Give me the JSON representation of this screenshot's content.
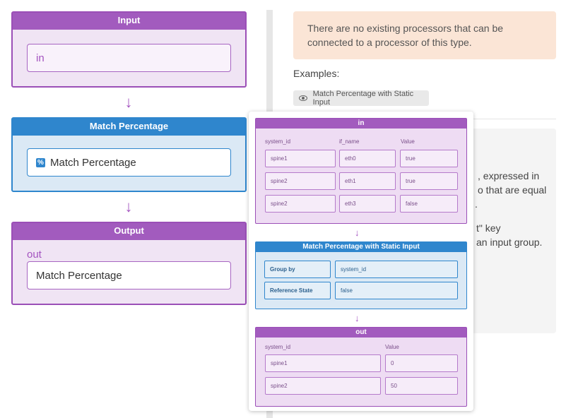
{
  "pipeline": {
    "input_stage": {
      "title": "Input",
      "field_value": "in"
    },
    "match_stage": {
      "title": "Match Percentage",
      "field_value": "Match Percentage",
      "icon": "percent-icon"
    },
    "output_stage": {
      "title": "Output",
      "out_label": "out",
      "field_value": "Match Percentage"
    },
    "arrow_glyph": "↓"
  },
  "panel": {
    "notice": "There are no existing processors that can be connected to a processor of this type.",
    "examples_label": "Examples:",
    "example_chip": "Match Percentage with Static Input",
    "description_fragments": [
      ", expressed in",
      "o that are equal",
      ".",
      "t\" key",
      "an input group."
    ]
  },
  "popover": {
    "in_table": {
      "title": "in",
      "columns": [
        "system_id",
        "if_name",
        "Value"
      ],
      "rows": [
        [
          "spine1",
          "eth0",
          "true"
        ],
        [
          "spine2",
          "eth1",
          "true"
        ],
        [
          "spine2",
          "eth3",
          "false"
        ]
      ]
    },
    "processor": {
      "title": "Match Percentage with Static Input",
      "rows": [
        [
          "Group by",
          "system_id"
        ],
        [
          "Reference State",
          "false"
        ]
      ]
    },
    "out_table": {
      "title": "out",
      "columns": [
        "system_id",
        "Value"
      ],
      "rows": [
        [
          "spine1",
          "0"
        ],
        [
          "spine2",
          "50"
        ]
      ]
    },
    "arrow_glyph": "↓"
  },
  "colors": {
    "purple": "#a25bbe",
    "blue": "#2f86cd",
    "notice_bg": "#fbe5d6"
  }
}
